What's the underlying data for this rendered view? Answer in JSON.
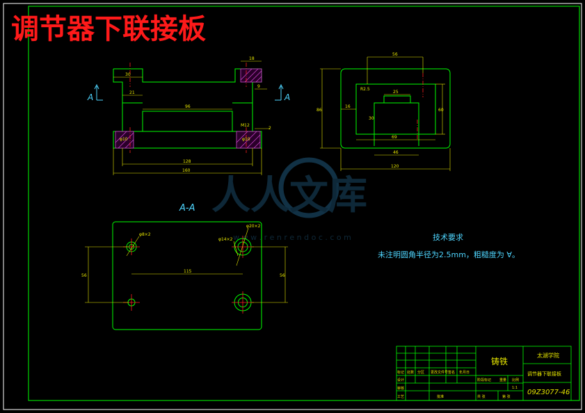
{
  "title": "调节器下联接板",
  "section_label": "A-A",
  "view_markers": [
    "A",
    "A"
  ],
  "watermark": {
    "brand": "人人文库",
    "url": "w w w . r e n r e n d o c . c o m"
  },
  "tech_requirements": {
    "heading": "技术要求",
    "note": "未注明圆角半径为2.5mm，粗糙度为 ∀。"
  },
  "dims_front": {
    "top_left": "30",
    "inner_left": "21",
    "middle": "96",
    "bottom_inner": "128",
    "overall": "160",
    "top_right": "18",
    "small_right": "9",
    "right_side": "2",
    "hole_left": "φ10",
    "hole_right": "φ10",
    "thread": "M12"
  },
  "dims_side": {
    "top": "56",
    "left": "16",
    "height_left": "86",
    "inner_height": "60",
    "inner_top": "25",
    "inner_small": "30",
    "inner_width": "69",
    "bottom_inner": "46",
    "overall": "120",
    "chamfer": "R2.5"
  },
  "dims_plan": {
    "hole_top_left": "φ8×2",
    "hole_top_right": "φ20×2",
    "hole_mid": "φ14×2",
    "spacing": "115",
    "height_left": "56",
    "height_right": "56"
  },
  "title_block": {
    "material": "铸铁",
    "school": "太湖学院",
    "part_name": "调节器下联接板",
    "drawing_no": "09Z3077-46",
    "scale": "1:1",
    "headers": [
      "标记",
      "处数",
      "分区",
      "更改文件号",
      "签名",
      "年月日"
    ],
    "rows": [
      "设计",
      "审核",
      "工艺"
    ],
    "labels": [
      "阶段标记",
      "重量",
      "比例",
      "共 张",
      "第 张",
      "批准"
    ]
  },
  "colors": {
    "frame": "#00ff00",
    "outline": "#00ff00",
    "dimension": "#e8e800",
    "centerline": "#ff2020",
    "section_hatch": "#cc44cc",
    "title": "#ff1a1a",
    "text": "#4fd6ff",
    "watermark": "#1b4a66"
  }
}
